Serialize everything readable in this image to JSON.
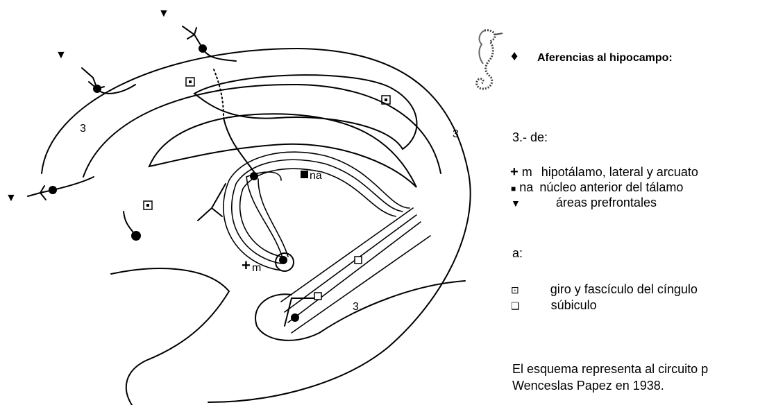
{
  "diagram": {
    "labels": {
      "three_upper_left": "3",
      "three_upper_right": "3",
      "three_lower": "3",
      "na": "na",
      "m_plus": "+",
      "m": "m"
    },
    "symbols": {
      "triangle": "▼",
      "filled_square": "■",
      "dotted_square": "⊡",
      "open_square": "❑"
    }
  },
  "legend": {
    "seahorse_icon": "seahorse-icon",
    "diamond": "♦",
    "title": "Aferencias al hipocampo:",
    "from_header": "3.- de:",
    "from_items": [
      {
        "symbol": "+",
        "code": "m",
        "text": "hipotálamo, lateral y arcuato"
      },
      {
        "symbol": "■",
        "code": "na",
        "text": "núcleo anterior del tálamo"
      },
      {
        "symbol": "▼",
        "code": "",
        "text": "áreas prefrontales"
      }
    ],
    "to_header": "a:",
    "to_items": [
      {
        "symbol": "⊡",
        "text": "giro y fascículo del cíngulo"
      },
      {
        "symbol": "❑",
        "text": "súbiculo"
      }
    ],
    "note_line1": "El esquema representa al circuito p",
    "note_line2": "Wenceslas Papez en 1938."
  }
}
